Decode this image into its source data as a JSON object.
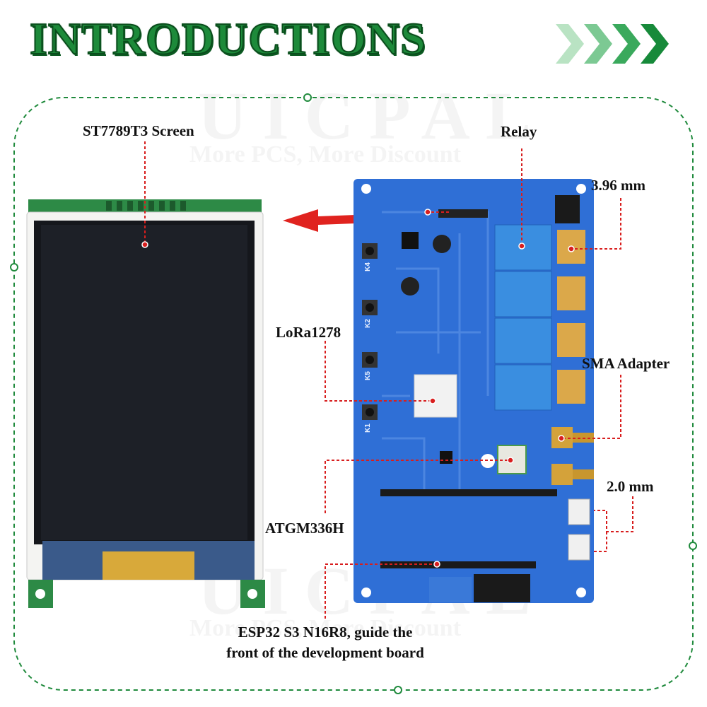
{
  "header": {
    "title": "INTRODUCTIONS"
  },
  "watermark": {
    "brand": "UICPAL",
    "tagline": "More PCS, More Discount"
  },
  "callouts": {
    "screen": "ST7789T3 Screen",
    "relay": "Relay",
    "pitch_396": "3.96 mm",
    "lora": "LoRa1278",
    "sma": "SMA Adapter",
    "pitch_20": "2.0 mm",
    "gps": "ATGM336H",
    "esp32_line1": "ESP32 S3 N16R8, guide the",
    "esp32_line2": "front of the development board"
  },
  "board": {
    "buttons": [
      "K4",
      "K2",
      "K5",
      "K1"
    ]
  },
  "colors": {
    "title_green": "#1d8a3a",
    "frame_green": "#1f8a3c",
    "pcb_blue": "#2f6fd6",
    "relay_blue": "#3a8ee0",
    "leader_red": "#d81e1e",
    "arrow_red": "#e0231f"
  }
}
